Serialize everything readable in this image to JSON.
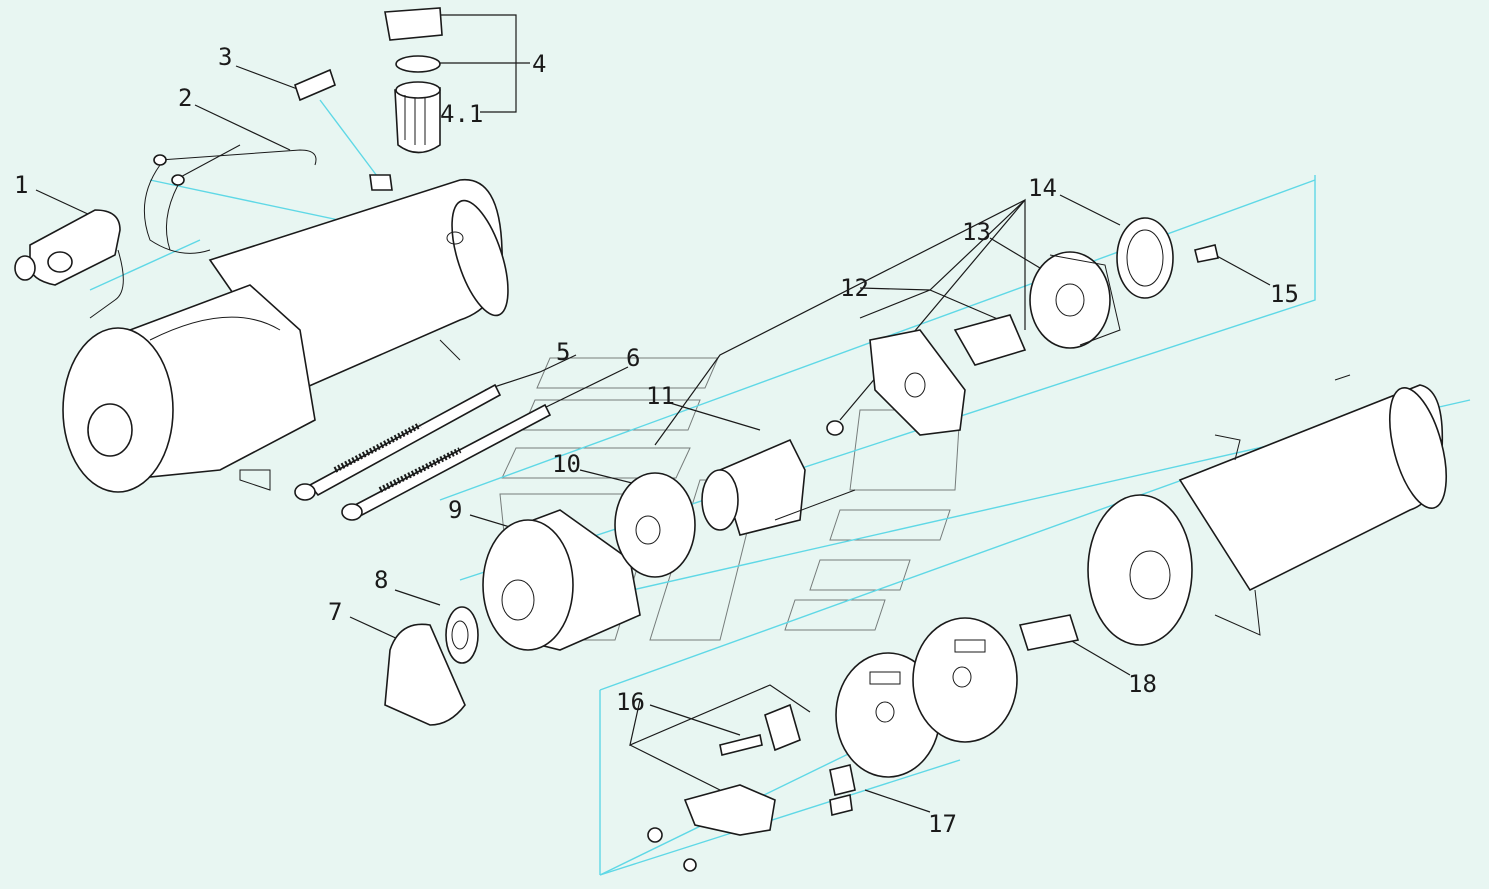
{
  "colors": {
    "background": "#e8f6f2",
    "axis_line": "#5fd8e6",
    "ink": "#1a1a1a",
    "part_fill": "#ffffff"
  },
  "labels": {
    "l1": "1",
    "l2": "2",
    "l3": "3",
    "l4": "4",
    "l41": "4.1",
    "l5": "5",
    "l6": "6",
    "l7": "7",
    "l8": "8",
    "l9": "9",
    "l10": "10",
    "l11": "11",
    "l12": "12",
    "l13": "13",
    "l14": "14",
    "l15": "15",
    "l16": "16",
    "l17": "17",
    "l18": "18"
  }
}
